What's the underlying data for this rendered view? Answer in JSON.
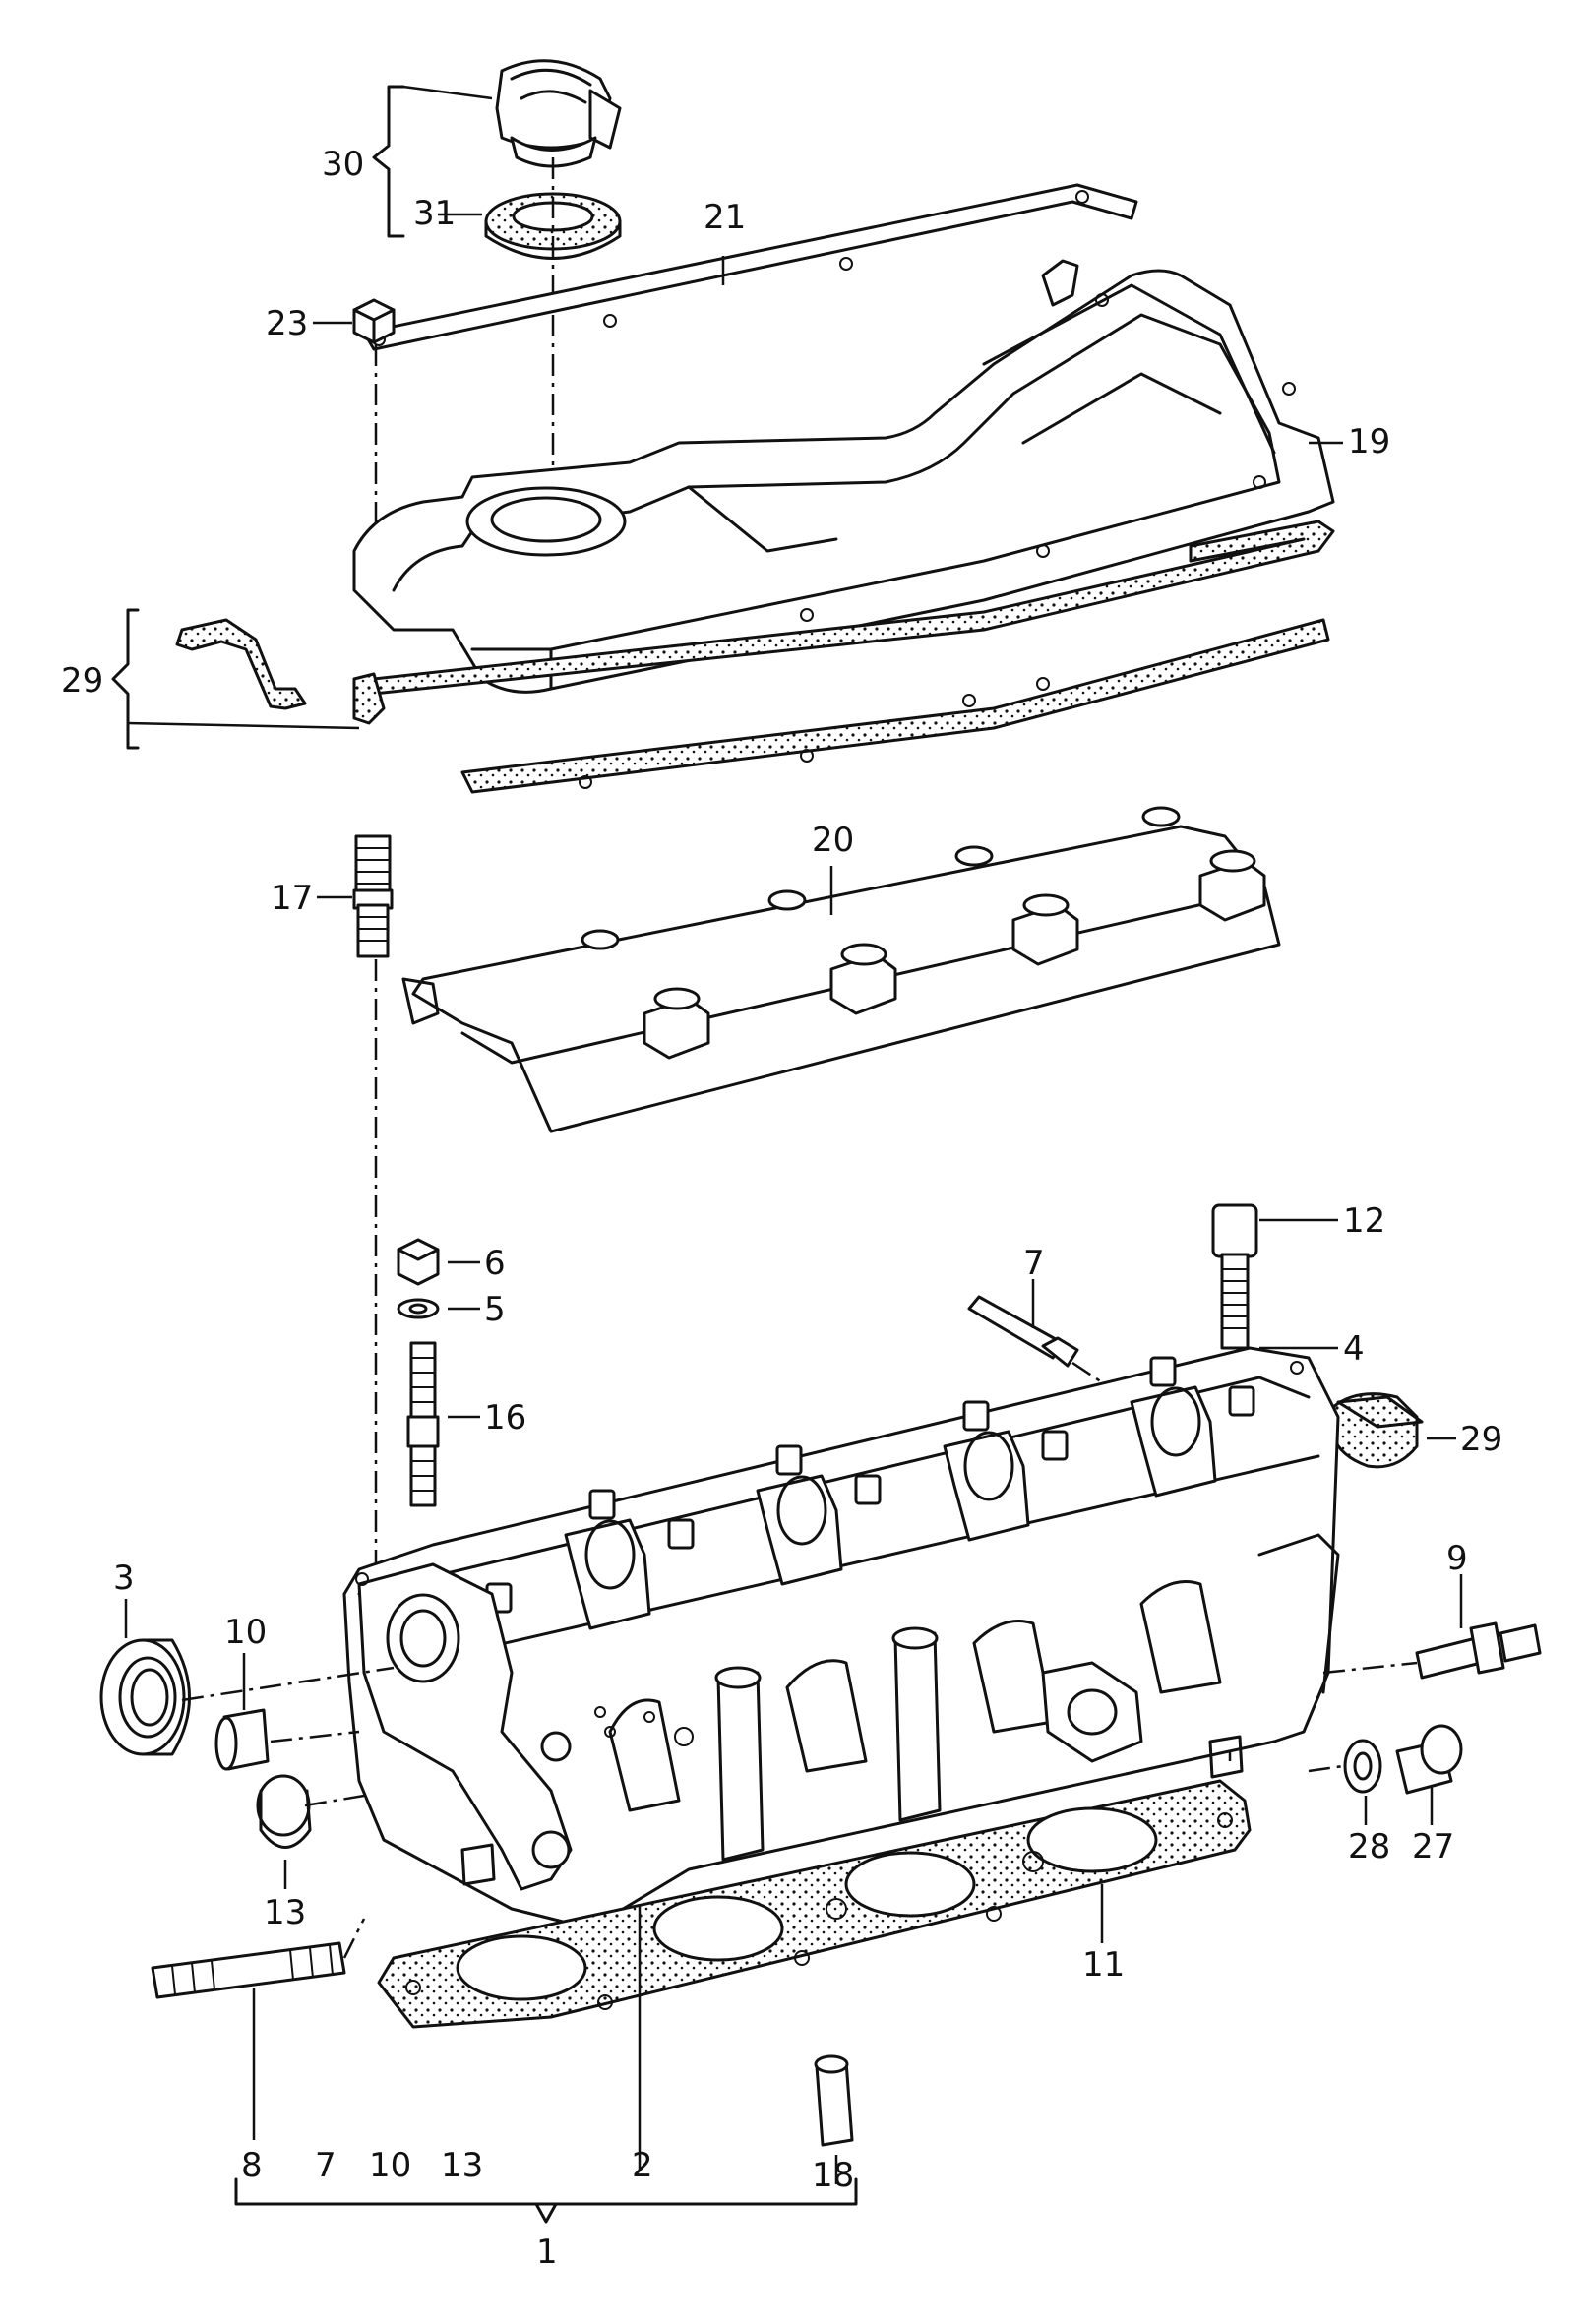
{
  "callouts": {
    "c1": "1",
    "c2": "2",
    "c3": "3",
    "c4": "4",
    "c5": "5",
    "c6": "6",
    "c7a": "7",
    "c7b": "7",
    "c8": "8",
    "c9": "9",
    "c10a": "10",
    "c10b": "10",
    "c11": "11",
    "c12": "12",
    "c13a": "13",
    "c13b": "13",
    "c16": "16",
    "c17": "17",
    "c18": "18",
    "c19": "19",
    "c20": "20",
    "c21": "21",
    "c23": "23",
    "c27": "27",
    "c28": "28",
    "c29a": "29",
    "c29b": "29",
    "c30": "30",
    "c31": "31"
  }
}
